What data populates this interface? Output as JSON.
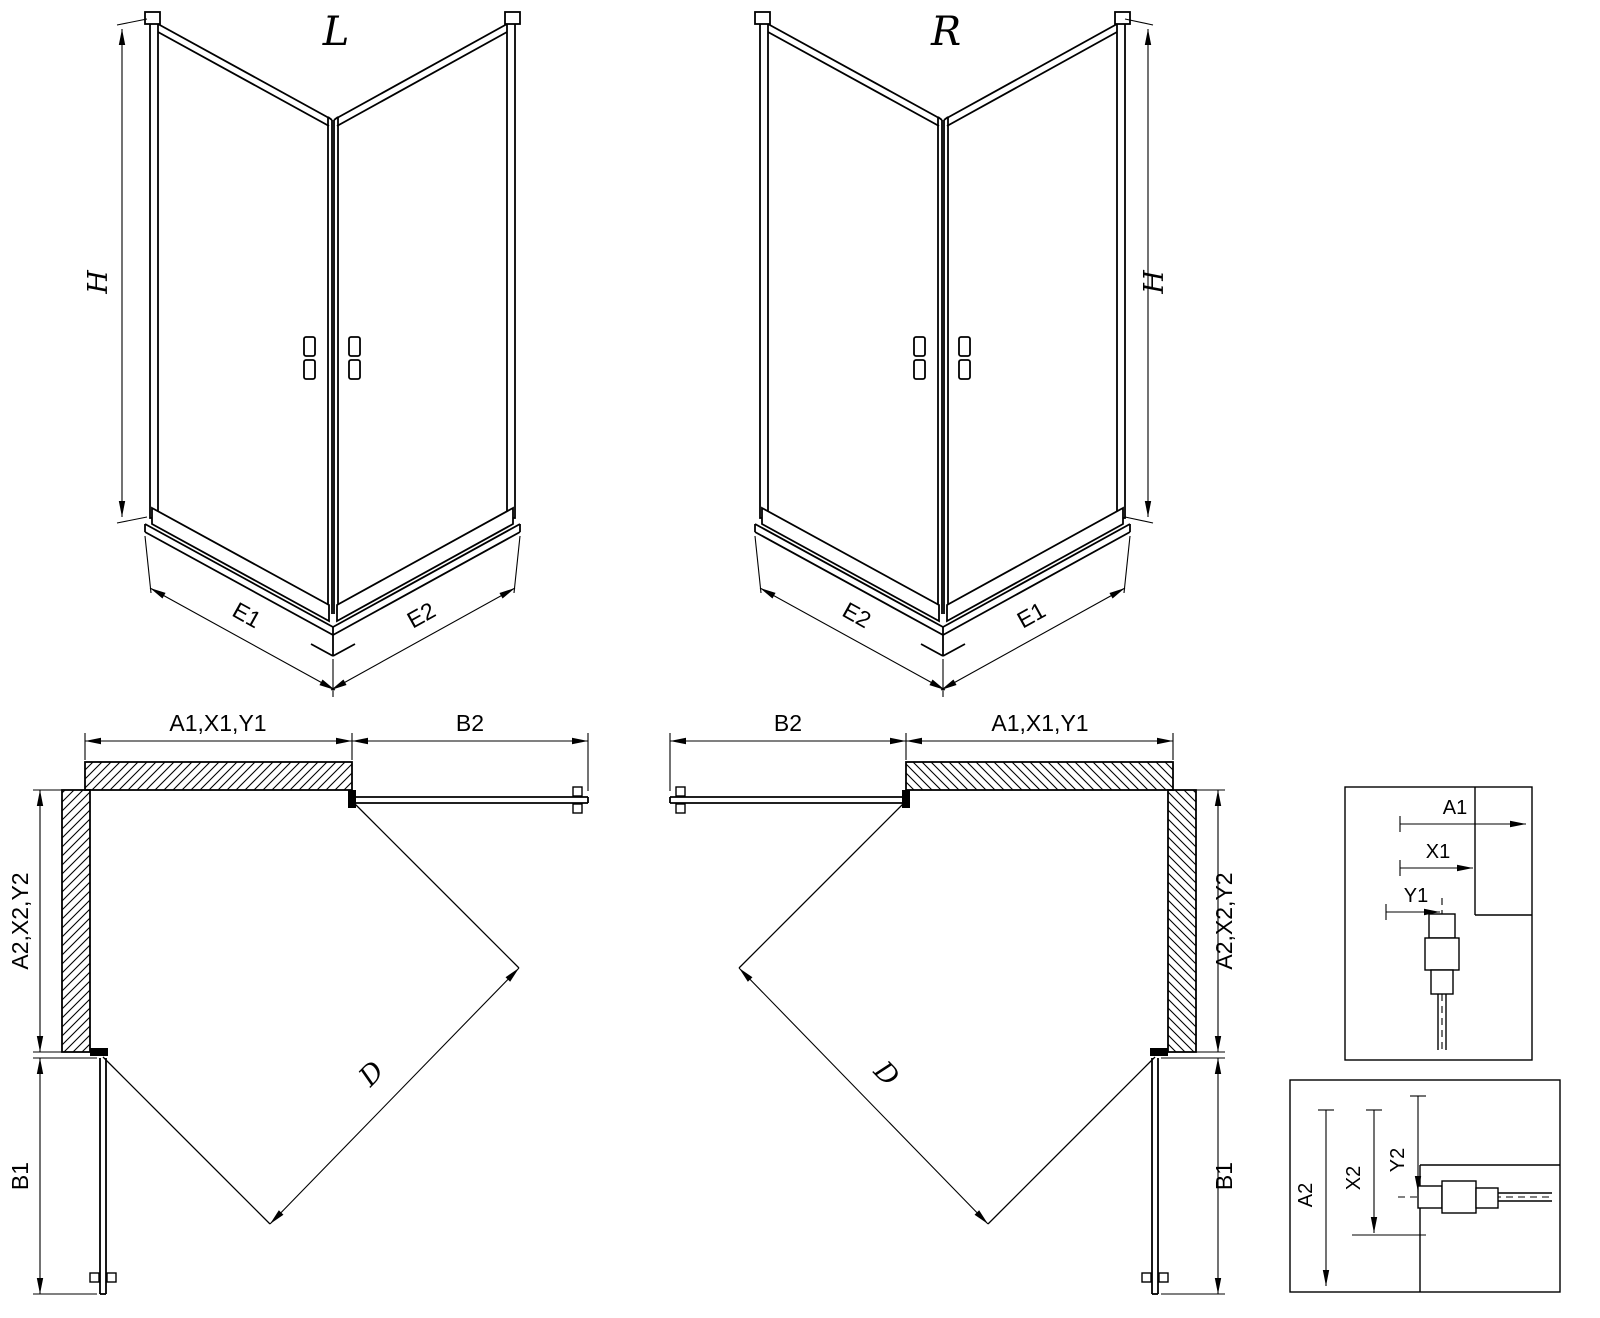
{
  "drawing": {
    "background_color": "#ffffff",
    "line_color": "#000000"
  },
  "perspective_left": {
    "label": "L",
    "height_dim": "H",
    "bottom_left_dim": "E1",
    "bottom_right_dim": "E2"
  },
  "perspective_right": {
    "label": "R",
    "height_dim": "H",
    "bottom_left_dim": "E2",
    "bottom_right_dim": "E1"
  },
  "plan_left": {
    "top_wall_dim": "A1,X1,Y1",
    "top_door_dim": "B2",
    "side_wall_dim": "A2,X2,Y2",
    "side_door_dim": "B1",
    "entry_dim": "D"
  },
  "plan_right": {
    "top_door_dim": "B2",
    "top_wall_dim": "A1,X1,Y1",
    "side_wall_dim": "A2,X2,Y2",
    "side_door_dim": "B1",
    "entry_dim": "D"
  },
  "detail_top": {
    "outer_dim": "A1",
    "middle_dim": "X1",
    "inner_dim": "Y1"
  },
  "detail_bottom": {
    "outer_dim": "A2",
    "middle_dim": "X2",
    "inner_dim": "Y2"
  }
}
